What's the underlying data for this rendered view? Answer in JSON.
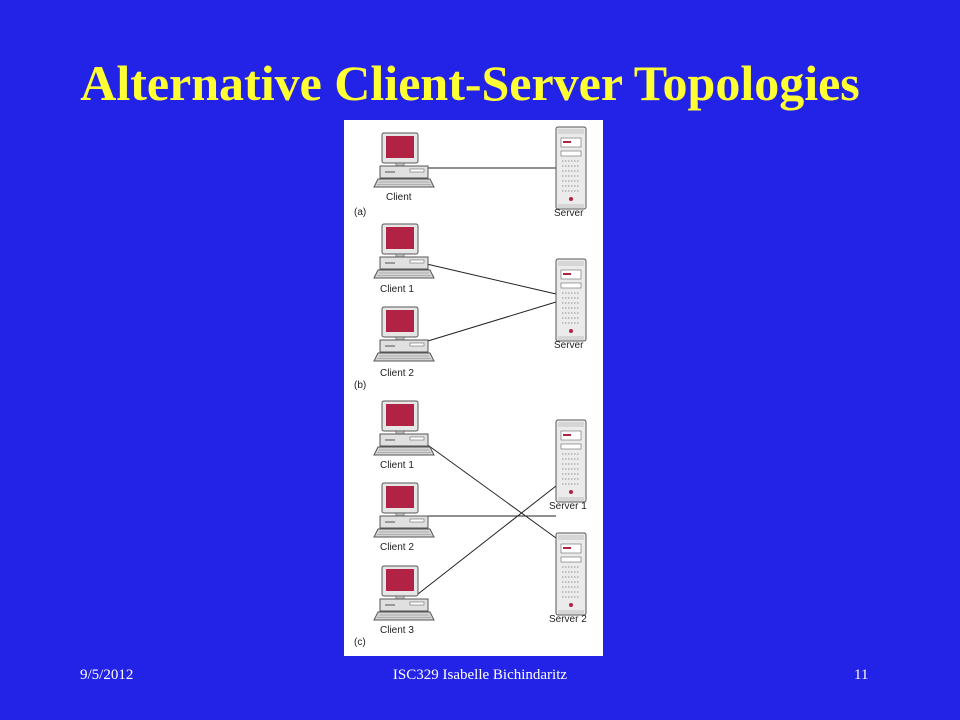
{
  "slide": {
    "title": "Alternative Client-Server Topologies"
  },
  "figure": {
    "panel_a": {
      "tag": "(a)",
      "client": "Client",
      "server": "Server"
    },
    "panel_b": {
      "tag": "(b)",
      "client1": "Client 1",
      "client2": "Client 2",
      "server": "Server"
    },
    "panel_c": {
      "tag": "(c)",
      "client1": "Client 1",
      "client2": "Client 2",
      "client3": "Client 3",
      "server1": "Server 1",
      "server2": "Server 2"
    }
  },
  "footer": {
    "date": "9/5/2012",
    "course": "ISC329  Isabelle Bichindaritz",
    "page": "11"
  },
  "colors": {
    "background": "#2323e8",
    "title": "#ffff33",
    "monitor": "#b22245"
  }
}
